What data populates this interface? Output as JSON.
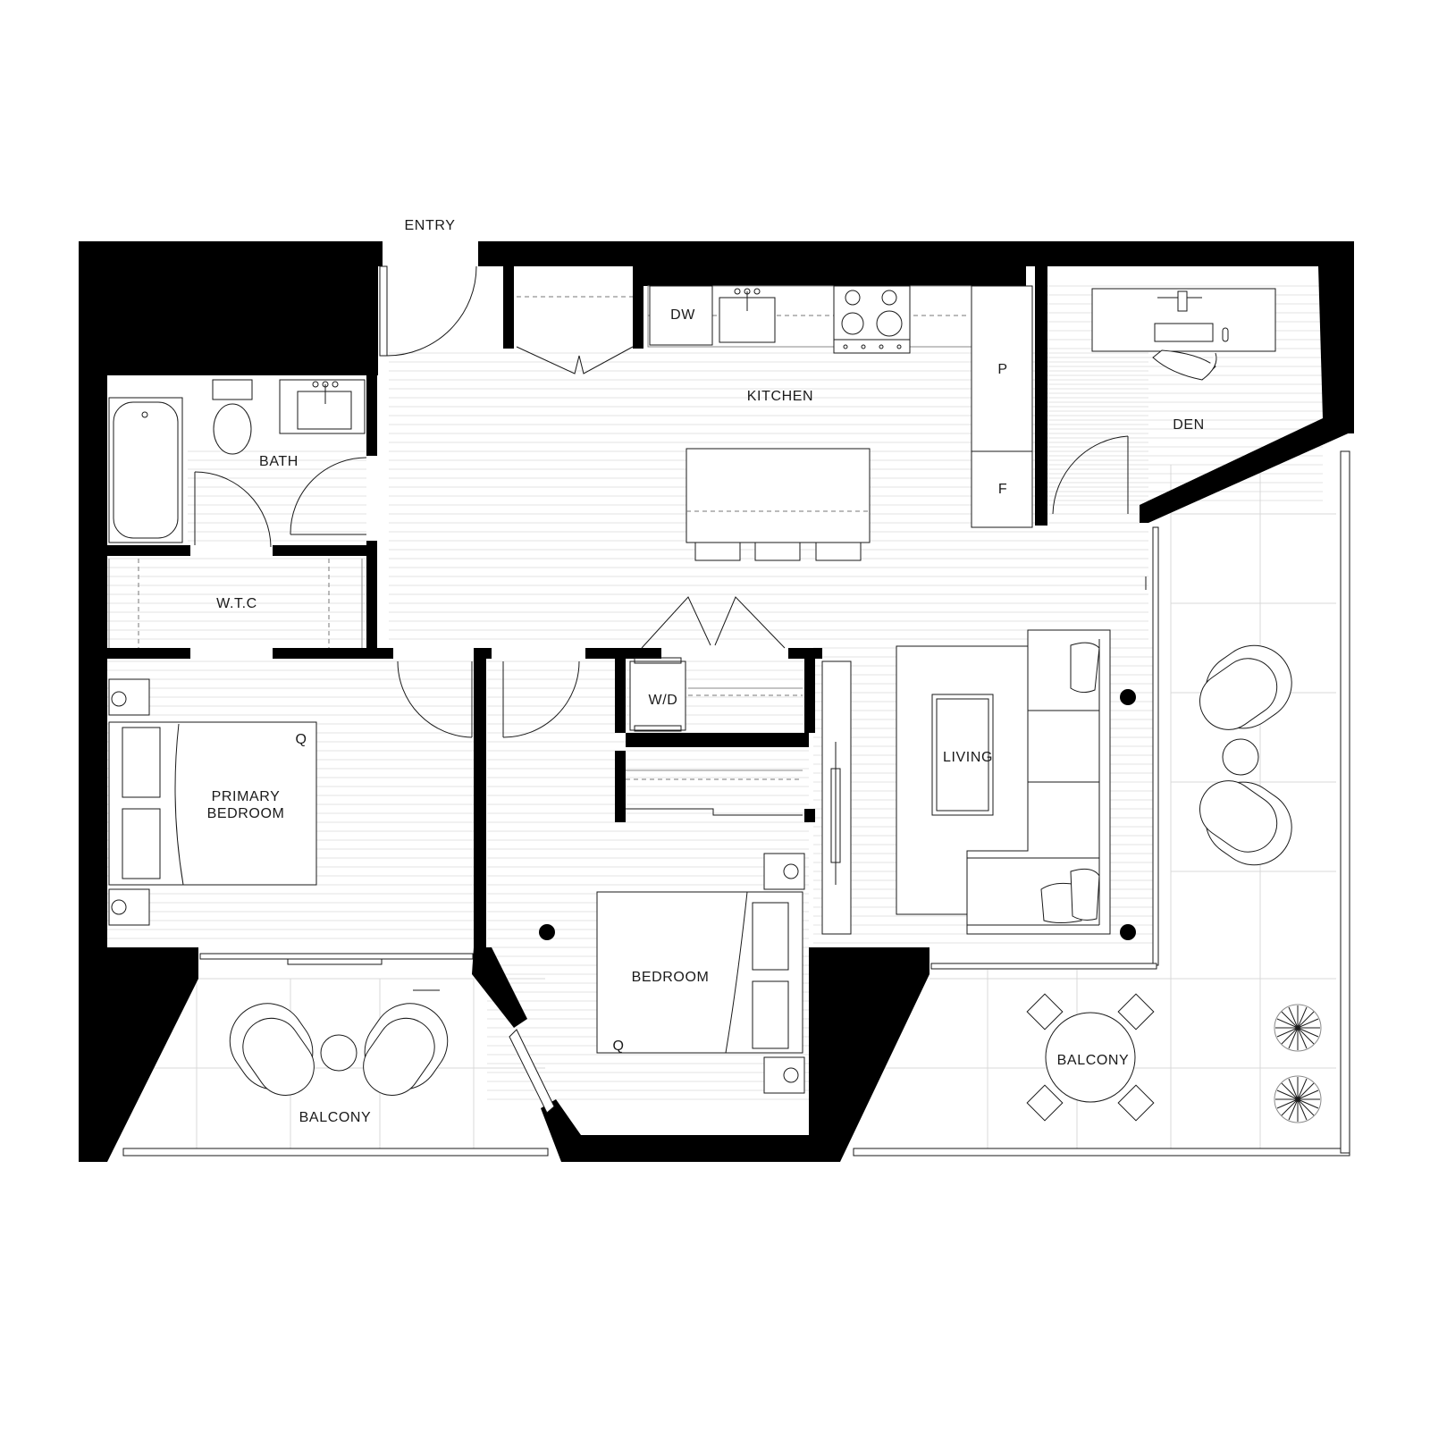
{
  "floor_plan": {
    "rooms": {
      "entry": "ENTRY",
      "kitchen": "KITCHEN",
      "den": "DEN",
      "bath": "BATH",
      "wtc": "W.T.C",
      "primary_bedroom_line1": "PRIMARY",
      "primary_bedroom_line2": "BEDROOM",
      "bedroom": "BEDROOM",
      "living": "LIVING",
      "balcony_west": "BALCONY",
      "balcony_east": "BALCONY"
    },
    "fixtures": {
      "dishwasher": "DW",
      "pantry": "P",
      "fridge": "F",
      "washer_dryer": "W/D",
      "queen_bed_primary": "Q",
      "queen_bed_second": "Q"
    },
    "colors": {
      "wall": "#000000",
      "line": "#1a1a1a",
      "floor_hatch": "#e3e3e3"
    }
  }
}
